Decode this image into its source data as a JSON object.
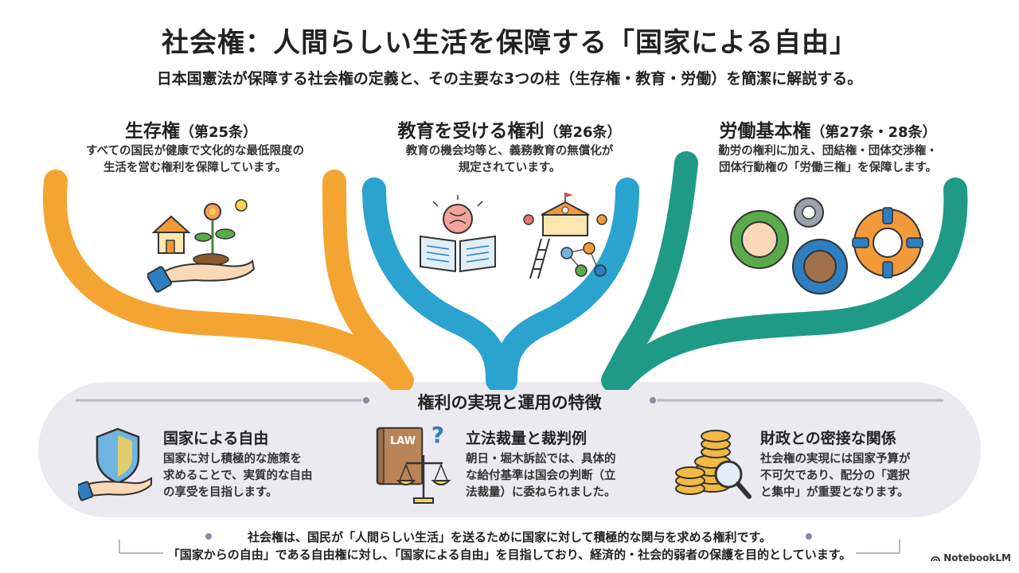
{
  "header": {
    "title": "社会権：人間らしい生活を保障する「国家による自由」",
    "subtitle": "日本国憲法が保障する社会権の定義と、その主要な3つの柱（生存権・教育・労働）を簡潔に解説する。"
  },
  "pillars": [
    {
      "title": "生存権",
      "article": "（第25条）",
      "desc_line1": "すべての国民が健康で文化的な最低限度の",
      "desc_line2": "生活を営む権利を保障しています。",
      "color": "#f4a531"
    },
    {
      "title": "教育を受ける権利",
      "article": "（第26条）",
      "desc_line1": "教育の機会均等と、義務教育の無償化が",
      "desc_line2": "規定されています。",
      "color": "#2aa3cf"
    },
    {
      "title": "労働基本権",
      "article": "（第27条・28条）",
      "desc_line1": "勤労の権利に加え、団結権・団体交渉権・",
      "desc_line2": "団体行動権の「労働三権」を保障します。",
      "color": "#1f9a86"
    }
  ],
  "features_band": {
    "title": "権利の実現と運用の特徴",
    "items": [
      {
        "title": "国家による自由",
        "line1": "国家に対し積極的な施策を",
        "line2": "求めることで、実質的な自由",
        "line3": "の享受を目指します。",
        "icon": "shield-hand-icon"
      },
      {
        "title": "立法裁量と裁判例",
        "line1": "朝日・堀木訴訟では、具体的",
        "line2": "な給付基準は国会の判断（立",
        "line3": "法裁量）に委ねられました。",
        "icon": "law-book-scales-icon",
        "book_label": "LAW"
      },
      {
        "title": "財政との密接な関係",
        "line1": "社会権の実現には国家予算が",
        "line2": "不可欠であり、配分の「選択",
        "line3": "と集中」が重要となります。",
        "icon": "coins-magnifier-icon"
      }
    ]
  },
  "footer": {
    "line1": "社会権は、国民が「人間らしい生活」を送るために国家に対して積極的な関与を求める権利です。",
    "line2": "「国家からの自由」である自由権に対し、「国家による自由」を目指しており、経済的・社会的弱者の保護を目的としています。"
  },
  "brand": {
    "label": "NotebookLM",
    "icon": "notebooklm-logo-icon"
  }
}
